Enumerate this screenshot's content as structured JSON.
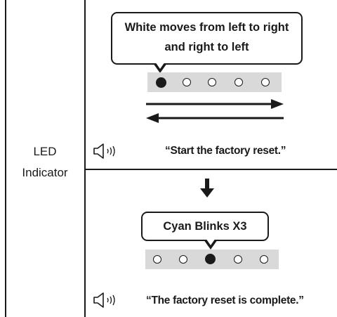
{
  "row_label": {
    "line1": "LED",
    "line2": "Indicator"
  },
  "step1": {
    "bubble_line1": "White moves from left to right",
    "bubble_line2": "and right to left",
    "leds": [
      true,
      false,
      false,
      false,
      false
    ],
    "voice": "“Start the factory reset.”"
  },
  "step2": {
    "bubble": "Cyan Blinks X3",
    "leds": [
      false,
      false,
      true,
      false,
      false
    ],
    "voice": "“The factory reset is complete.”"
  },
  "icons": [
    "speaker-icon",
    "arrow-right-icon",
    "arrow-left-icon",
    "arrow-down-icon"
  ],
  "colors": {
    "line": "#1a1a1a",
    "led_bar": "#d9d9d9"
  }
}
